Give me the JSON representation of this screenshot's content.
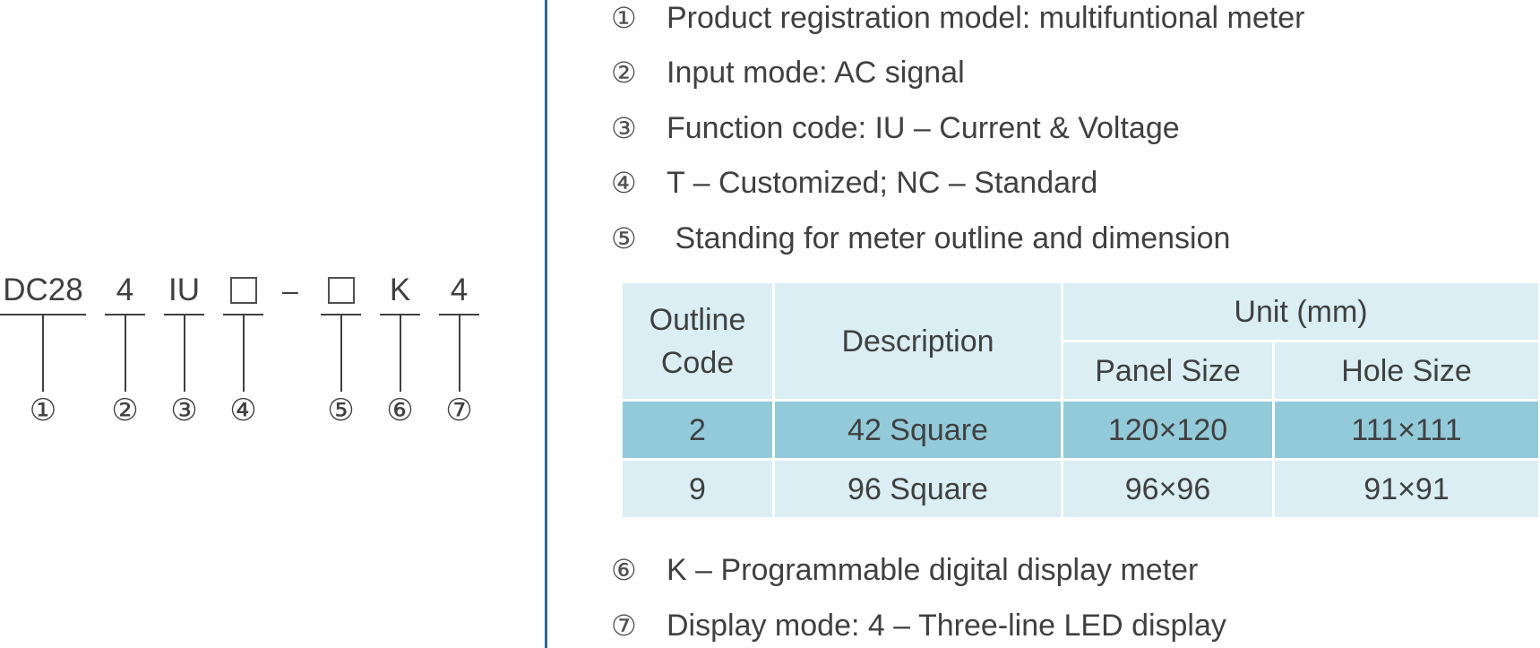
{
  "model_code": {
    "segments": [
      {
        "text": "DC28",
        "number": "①"
      },
      {
        "text": "4",
        "number": "②"
      },
      {
        "text": "IU",
        "number": "③"
      },
      {
        "text": "□",
        "number": "④"
      },
      {
        "text": "□",
        "number": "⑤"
      },
      {
        "text": "K",
        "number": "⑥"
      },
      {
        "text": "4",
        "number": "⑦"
      }
    ],
    "separator": "–"
  },
  "items": [
    {
      "marker": "①",
      "text": "Product registration model: multifuntional meter"
    },
    {
      "marker": "②",
      "text": "Input mode: AC signal"
    },
    {
      "marker": "③",
      "text": "Function code: IU – Current & Voltage"
    },
    {
      "marker": "④",
      "text": "T – Customized; NC – Standard"
    },
    {
      "marker": "⑤",
      "text": " Standing for meter outline and dimension"
    },
    {
      "marker": "⑥",
      "text": "K – Programmable digital display meter"
    },
    {
      "marker": "⑦",
      "text": "Display mode: 4 – Three-line LED display"
    }
  ],
  "table": {
    "headers": {
      "outline_code": [
        "Outline",
        "Code"
      ],
      "description": "Description",
      "unit": "Unit (mm)",
      "panel_size": "Panel Size",
      "hole_size": "Hole Size"
    },
    "rows": [
      {
        "code": "2",
        "description": "42 Square",
        "panel": "120×120",
        "hole": "111×111"
      },
      {
        "code": "9",
        "description": "96 Square",
        "panel": "96×96",
        "hole": "91×91"
      }
    ]
  },
  "colors": {
    "divider": "#2a6790",
    "table_cell": "#daeef4",
    "table_highlight": "#93cad9",
    "text": "#404040"
  }
}
